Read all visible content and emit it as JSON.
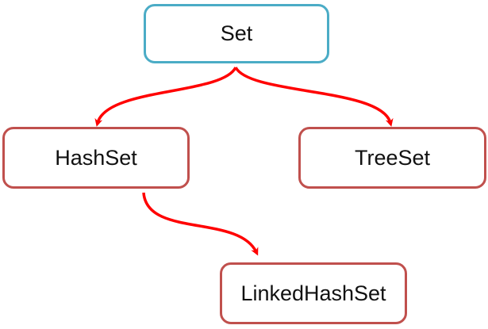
{
  "diagram": {
    "nodes": {
      "set": "Set",
      "hashset": "HashSet",
      "treeset": "TreeSet",
      "linkedhashset": "LinkedHashSet"
    },
    "edges": [
      {
        "from": "Set",
        "to": "HashSet"
      },
      {
        "from": "Set",
        "to": "TreeSet"
      },
      {
        "from": "HashSet",
        "to": "LinkedHashSet"
      }
    ]
  },
  "colors": {
    "root_border": "#4bacc6",
    "child_border": "#c0504d",
    "arrow": "#ff0000"
  }
}
